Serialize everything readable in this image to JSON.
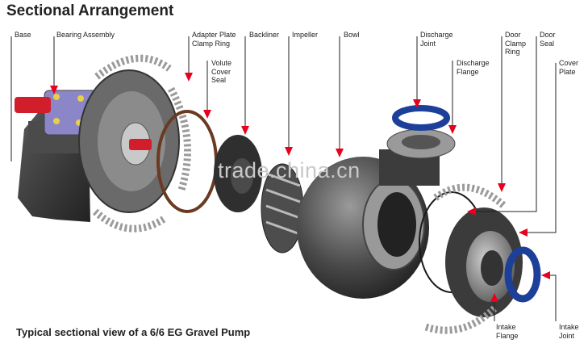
{
  "title": "Sectional Arrangement",
  "caption": "Typical sectional view of a 6/6 EG Gravel Pump",
  "watermark": "trade.china.cn",
  "labels": {
    "base": "Base",
    "bearing_assembly": "Bearing Assembly",
    "adapter_plate_clamp_ring": "Adapter Plate\nClamp Ring",
    "volute_cover_seal": "Volute\nCover\nSeal",
    "backliner": "Backliner",
    "impeller": "Impeller",
    "bowl": "Bowl",
    "discharge_joint": "Discharge\nJoint",
    "discharge_flange": "Discharge\nFlange",
    "door_clamp_ring": "Door\nClamp\nRing",
    "door_seal": "Door\nSeal",
    "cover_plate": "Cover\nPlate",
    "intake_flange": "Intake\nFlange",
    "intake_joint": "Intake\nJoint"
  },
  "colors": {
    "pointer": "#e8001c",
    "metal_dark": "#3a3a3a",
    "metal_mid": "#6e6e6e",
    "metal_light": "#b5b5b5",
    "seal_blue": "#1c3f9a",
    "shaft_red": "#d21d2a",
    "bearing_purple": "#8a86c8",
    "bolt_yellow": "#e6cf4a"
  }
}
